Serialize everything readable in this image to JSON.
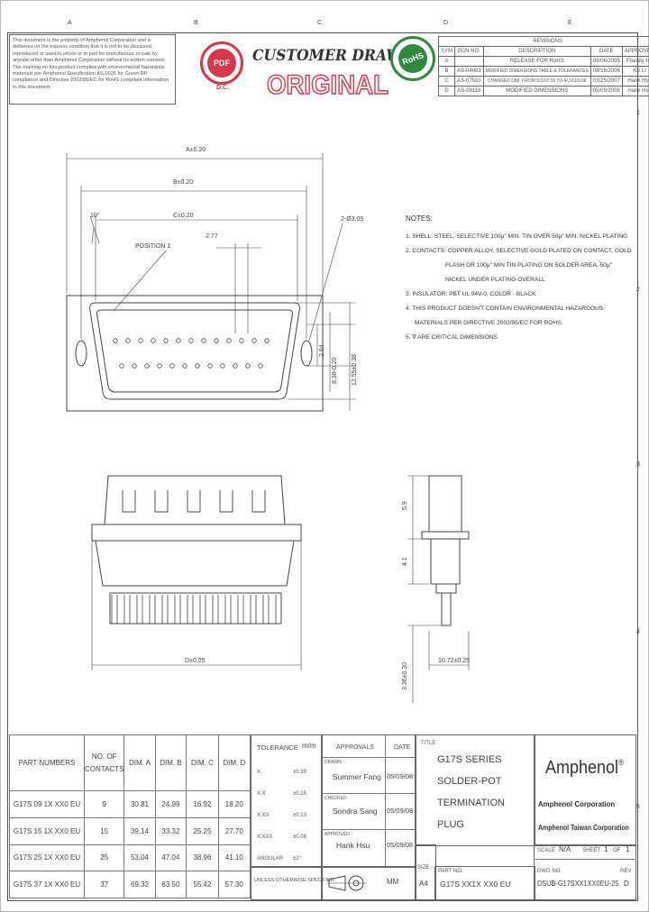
{
  "colors": {
    "stamp_red": "#d8374a",
    "stamp_green": "#2f8a3b",
    "line": "#444444"
  },
  "frame": {
    "columns": [
      "A",
      "B",
      "C",
      "D",
      "E"
    ],
    "rows": [
      "1",
      "2",
      "3",
      "4",
      "5"
    ]
  },
  "notice": {
    "text": "This document is the property of Amphenol Corporation and is delivered on the express condition that it is not to be disclosed, reproduced or used in whole or in part for manufacture or sale by anyone other than Amphenol Corporation without its written consent. The marking on this product complies with environmental hazardous materials per Amphenol Specification AS-0026 for Green RP compliance and Directive 2002/95/EC for RoHS compliant information to this document."
  },
  "header": {
    "customer_drawing": "CUSTOMER DRAWING",
    "original": "ORIGINAL",
    "stamp_left_top": "PDF",
    "stamp_left_bottom": "D.C.",
    "stamp_right": "RoHS"
  },
  "revisions": {
    "title": "REVISIONS",
    "headers": [
      "SYM",
      "ECN NO.",
      "DESCRIPTION",
      "DATE",
      "APPROVED"
    ],
    "rows": [
      [
        "A",
        "",
        "RELEASE FOR RoHS",
        "05/06/2005",
        "Frankly Ho"
      ],
      [
        "B",
        "AS-04083",
        "MODIFIED DIMENSIONS TABLE & TOLERANCES",
        "08/16/2006",
        "KS LI"
      ],
      [
        "C",
        "AS-07533",
        "CHANGED DIM. FROM 5/32/2.55 TO 4/.161/3.68",
        "03/25/2007",
        "Hank Hsu"
      ],
      [
        "D",
        "AS-08118",
        "MODIFIED DIMENSIONS",
        "05/09/2008",
        "Hank Hsu"
      ]
    ]
  },
  "dims": {
    "overall": "A±0.20",
    "b": "B±0.20",
    "c": "C±0.20",
    "angle": "10°",
    "pitch": "2.77",
    "position": "POSITION 1",
    "holes": "2-Ø3.05",
    "h1": "2.84",
    "h2": "8.38-0.20",
    "h3": "12.55±0.38",
    "bottom_d": "D±0.25",
    "side_59": "5.9",
    "side_41": "4.1",
    "side_336": "3.36±0.30",
    "side_1072": "10.72±0.25"
  },
  "notes": {
    "title": "NOTES:",
    "lines": [
      "1. SHELL: STEEL, SELECTIVE 100μ\" MIN. TIN OVER 50μ\" MIN. NICKEL PLATING",
      "2. CONTACTS: COPPER ALLOY, SELECTIVE GOLD PLATED ON CONTACT, GOLD",
      "FLASH OR 100μ\" MIN TIN PLATING ON SOLDER AREA, 50μ\"",
      "NICKEL UNDER PLATING OVERALL",
      "3. INSULATOR: PBT UL 94V-0, COLOR - BLACK",
      "4. THIS PRODUCT DOESN'T CONTAIN ENVIRONMENTAL HAZARDOUS",
      "MATERIALS PER DIRECTIVE 2002/95/EC FOR ROHS.",
      "5. ∇ ARE CRITICAL DIMENSIONS"
    ]
  },
  "part_table": {
    "headers": [
      "PART NUMBERS",
      "NO. OF CONTACTS",
      "DIM. A",
      "DIM. B",
      "DIM. C",
      "DIM. D"
    ],
    "rows": [
      [
        "G17S 09 1X XX0 EU",
        "9",
        "30.81",
        "24.99",
        "16.92",
        "18.20"
      ],
      [
        "G17S 15 1X XX0 EU",
        "15",
        "39.14",
        "33.32",
        "25.25",
        "27.70"
      ],
      [
        "G17S 25 1X XX0 EU",
        "25",
        "53.04",
        "47.04",
        "38.96",
        "41.10"
      ],
      [
        "G17S 37 1X XX0 EU",
        "37",
        "69.32",
        "63.50",
        "55.42",
        "57.30"
      ]
    ]
  },
  "tolerance": {
    "title": "TOLERANCE",
    "unit": "m/m",
    "rows": [
      [
        "X.",
        "±0.30"
      ],
      [
        "X.X",
        "±0.25"
      ],
      [
        "X.XX",
        "±0.13"
      ],
      [
        "X.XXX",
        "±0.08"
      ],
      [
        "ANGULAR",
        "±2°"
      ]
    ],
    "footer": "UNLESS OTHERWISE SPECIFIED"
  },
  "approvals": {
    "title": "APPROVALS",
    "date_title": "DATE",
    "rows": [
      {
        "role": "DRAWN",
        "name": "Summer Fang",
        "date": "05/09/08"
      },
      {
        "role": "CHECKED",
        "name": "Sondra Sang",
        "date": "05/09/08"
      },
      {
        "role": "APPROVED",
        "name": "Hank Hsu",
        "date": "05/09/08"
      }
    ],
    "units": "MM"
  },
  "title_block": {
    "label": "TITLE",
    "lines": [
      "G17S SERIES",
      "SOLDER-POT",
      "TERMINATION",
      "PLUG"
    ],
    "size_label": "SIZE",
    "size": "A4",
    "part_no_label": "PART NO.",
    "part_no": "G17S XX1X XX0 EU",
    "dwg_no_label": "DWG NO.",
    "dwg_no": "DSUB-G17SXX1XX0EU-25",
    "rev_label": "REV",
    "rev": "D",
    "scale_label": "SCALE",
    "scale": "N/A",
    "sheet_label": "SHEET",
    "sheet": "1",
    "of": "OF",
    "sheets": "1"
  },
  "company": {
    "logo": "Amphenol",
    "reg": "®",
    "line1": "Amphenol Corporation",
    "line2": "Amphenol Taiwan Corporation"
  }
}
